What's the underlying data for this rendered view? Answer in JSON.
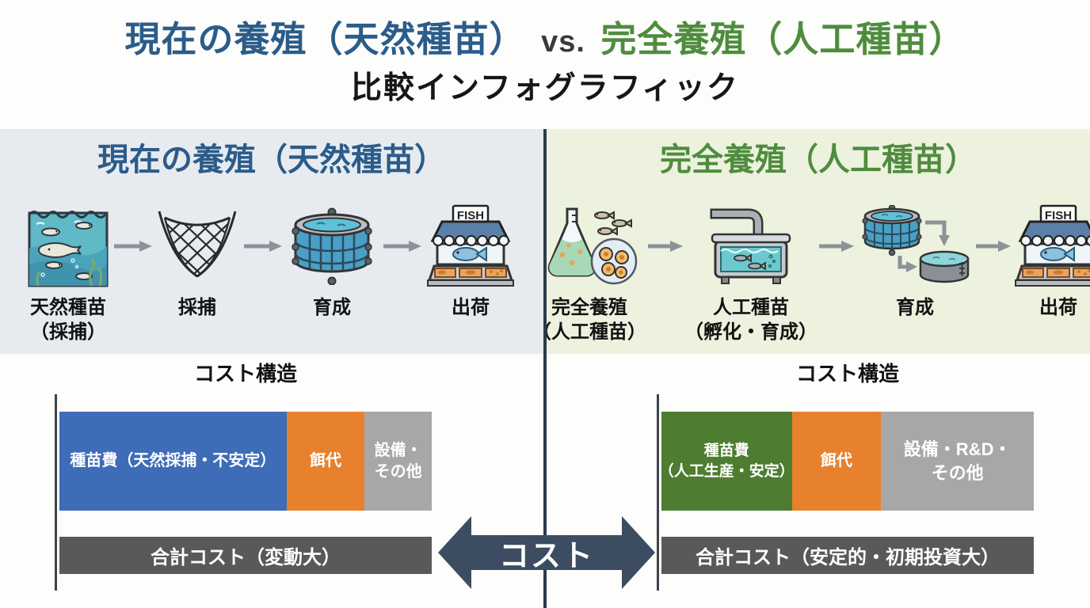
{
  "title": {
    "line1_blue": "現在の養殖（天然種苗）",
    "line1_vs": "vs.",
    "line1_green": "完全養殖（人工種苗）",
    "subtitle": "比較インフォグラフィック"
  },
  "left_panel": {
    "header": "現在の養殖（天然種苗）",
    "steps": [
      {
        "icon": "ocean-wild-seed-icon",
        "label": "天然種苗\n（採捕）"
      },
      {
        "icon": "fishing-net-icon",
        "label": "採捕"
      },
      {
        "icon": "cage-tank-icon",
        "label": "育成"
      },
      {
        "icon": "fish-shop-icon",
        "label": "出荷"
      }
    ]
  },
  "right_panel": {
    "header": "完全養殖（人工種苗）",
    "steps": [
      {
        "icon": "flask-eggs-icon",
        "label": "完全養殖\n（人工種苗）"
      },
      {
        "icon": "hatchery-tank-icon",
        "label": "人工種苗\n（孵化・育成）"
      },
      {
        "icon": "grow-tanks-icon",
        "label": "育成"
      },
      {
        "icon": "fish-shop-icon",
        "label": "出荷"
      }
    ]
  },
  "shop_sign": "FISH",
  "cost_left": {
    "title": "コスト構造",
    "segments": [
      {
        "label": "種苗費（天然採捕・不安定）",
        "pct": 61,
        "color": "#3e6cb7"
      },
      {
        "label": "餌代",
        "pct": 21,
        "color": "#e8812e"
      },
      {
        "label": "設備・\nその他",
        "pct": 18,
        "color": "#a7a7a7"
      }
    ],
    "total": "合計コスト（変動大）"
  },
  "cost_right": {
    "title": "コスト構造",
    "segments": [
      {
        "label": "種苗費\n（人工生産・安定）",
        "pct": 35,
        "color": "#4e7c31"
      },
      {
        "label": "餌代",
        "pct": 24,
        "color": "#e8812e"
      },
      {
        "label": "設備・R&D・\nその他",
        "pct": 41,
        "color": "#a7a7a7"
      }
    ],
    "total": "合計コスト（安定的・初期投資大）"
  },
  "center_arrow_label": "コスト",
  "colors": {
    "title_blue": "#2b5c8a",
    "title_green": "#4f8c3e",
    "panel_left_bg": "#e7ebf0",
    "panel_right_bg": "#ecf2de",
    "seg_blue": "#3e6cb7",
    "seg_orange": "#e8812e",
    "seg_green": "#4e7c31",
    "seg_gray": "#a7a7a7",
    "total_bar_gray": "#595959",
    "center_arrow_navy": "#3c4d62",
    "flow_arrow_gray": "#8d9298",
    "divider_navy": "#2c3b4d"
  },
  "chart_data": [
    {
      "type": "bar",
      "title": "コスト構造（現在の養殖・天然種苗）",
      "orientation": "horizontal-stacked",
      "categories": [
        "種苗費（天然採捕・不安定）",
        "餌代",
        "設備・その他"
      ],
      "values": [
        61,
        21,
        18
      ],
      "unit": "% of bar width (estimated)",
      "annotation": "合計コスト（変動大）",
      "series_colors": [
        "#3e6cb7",
        "#e8812e",
        "#a7a7a7"
      ]
    },
    {
      "type": "bar",
      "title": "コスト構造（完全養殖・人工種苗）",
      "orientation": "horizontal-stacked",
      "categories": [
        "種苗費（人工生産・安定）",
        "餌代",
        "設備・R&D・その他"
      ],
      "values": [
        35,
        24,
        41
      ],
      "unit": "% of bar width (estimated)",
      "annotation": "合計コスト（安定的・初期投資大）",
      "series_colors": [
        "#4e7c31",
        "#e8812e",
        "#a7a7a7"
      ]
    }
  ]
}
